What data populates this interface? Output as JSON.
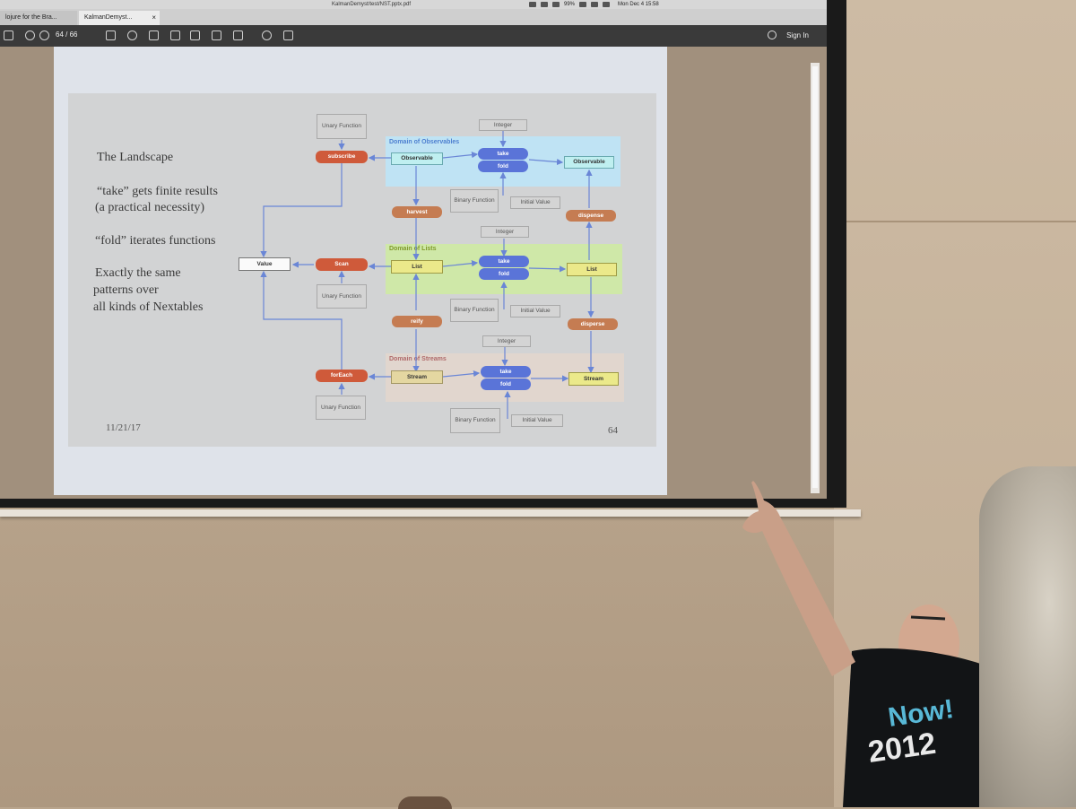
{
  "window": {
    "tabs": [
      {
        "label": "lojure for the Bra..."
      },
      {
        "label": "KalmanDemyst...",
        "close": "×"
      }
    ],
    "title": "KalmanDemyst/test/NST.pptx.pdf",
    "clock": "Mon Dec 4  15:58",
    "battery": "99%"
  },
  "toolbar": {
    "page_current": "64",
    "page_total": "/ 66",
    "sign_in": "Sign In"
  },
  "slide": {
    "lines": [
      "The Landscape",
      "“take” gets finite results",
      "(a practical necessity)",
      "“fold” iterates functions",
      "Exactly the same",
      "patterns over",
      "all kinds of Nextables"
    ],
    "date": "11/21/17",
    "page_number": "64",
    "diagram": {
      "domains": [
        "Domain of Observables",
        "Domain of Lists",
        "Domain of Streams"
      ],
      "nodes": {
        "unary_function": "Unary Function",
        "integer": "Integer",
        "subscribe": "subscribe",
        "observable": "Observable",
        "take": "take",
        "fold": "fold",
        "binary_function": "Binary Function",
        "initial_value": "Initial Value",
        "harvest": "harvest",
        "dispense": "dispense",
        "value": "Value",
        "scan": "Scan",
        "list": "List",
        "reify": "reify",
        "disperse": "disperse",
        "foreach": "forEach",
        "stream": "Stream"
      }
    }
  },
  "colors": {
    "observables_domain": "#bfe3f4",
    "lists_domain": "#cfe8a8",
    "streams_domain": "#e1d6ce",
    "operator_orange": "#cf5a3a",
    "operator_blue": "#5a74d8",
    "arrow": "#6a86d6"
  },
  "presenter_shirt": {
    "text_line1": "Now!",
    "text_line2": "2012"
  }
}
